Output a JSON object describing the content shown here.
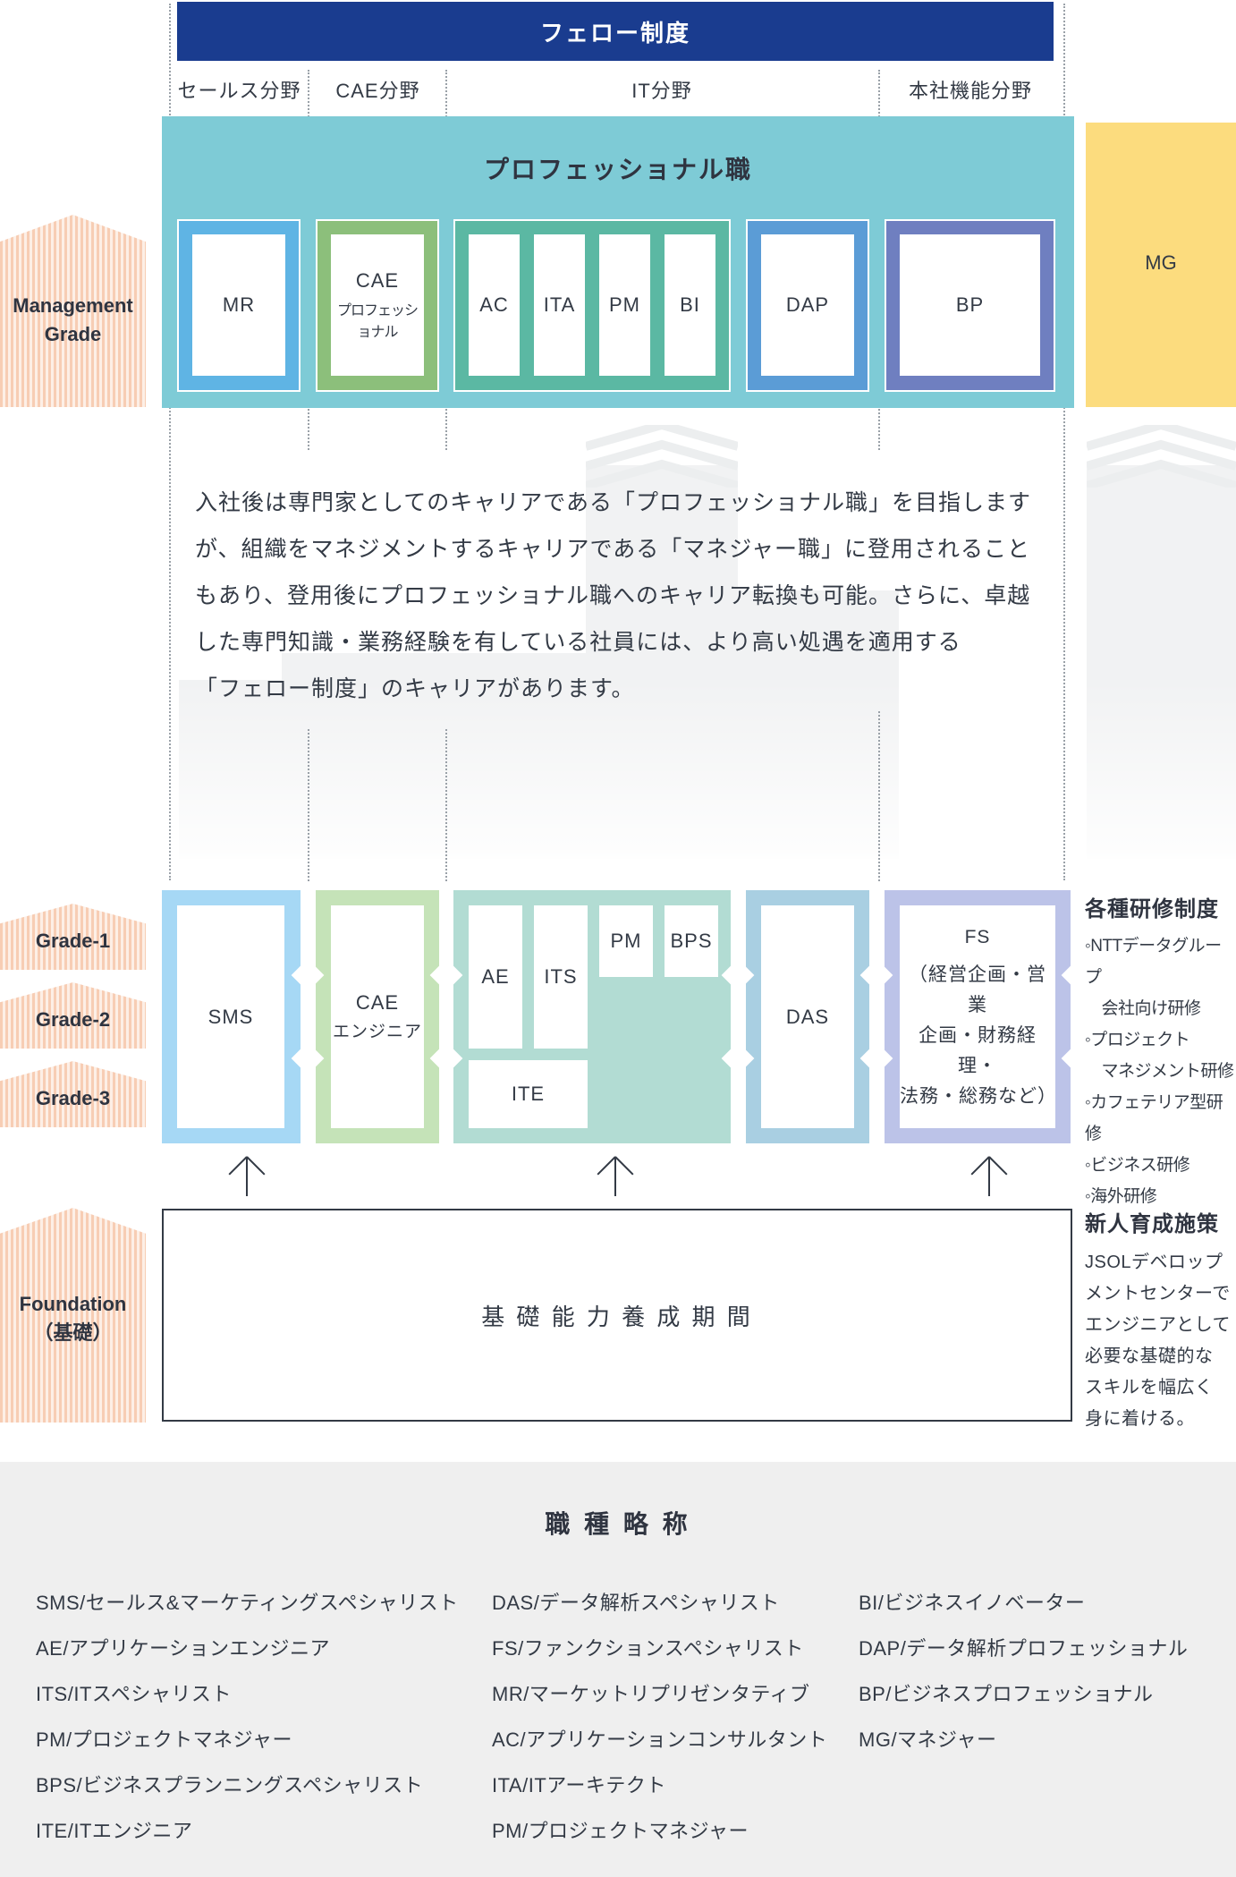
{
  "fellow": {
    "label": "フェロー制度",
    "color": "#1a3c8f"
  },
  "fields": {
    "sales": "セールス分野",
    "cae": "CAE分野",
    "it": "IT分野",
    "corporate": "本社機能分野"
  },
  "professional": {
    "title": "プロフェッショナル職",
    "color": "#7ecbd6",
    "boxes": {
      "mr": "MR",
      "cae_line1": "CAE",
      "cae_line2": "プロフェッショナル",
      "ac": "AC",
      "ita": "ITA",
      "pm": "PM",
      "bi": "BI",
      "dap": "DAP",
      "bp": "BP"
    }
  },
  "mg": {
    "label": "MG",
    "color": "#fcdc7e"
  },
  "grades": {
    "management_line1": "Management",
    "management_line2": "Grade",
    "grade1": "Grade-1",
    "grade2": "Grade-2",
    "grade3": "Grade-3",
    "foundation_line1": "Foundation",
    "foundation_line2": "（基礎）"
  },
  "description": {
    "line1": "入社後は専門家としてのキャリアである「プロフェッショナル職」を目指します",
    "line2": "が、組織をマネジメントするキャリアである「マネジャー職」に登用されること",
    "line3": "もあり、登用後にプロフェッショナル職へのキャリア転換も可能。さらに、卓越",
    "line4": "した専門知識・業務経験を有している社員には、より高い処遇を適用する",
    "line5": "「フェロー制度」のキャリアがあります。"
  },
  "grade_boxes": {
    "sms": "SMS",
    "cae_line1": "CAE",
    "cae_line2": "エンジニア",
    "ae": "AE",
    "its": "ITS",
    "pm": "PM",
    "bps": "BPS",
    "ite": "ITE",
    "das": "DAS",
    "fs_line1": "FS",
    "fs_line2": "（経営企画・営業",
    "fs_line3": "企画・財務経理・",
    "fs_line4": "法務・総務など）"
  },
  "training": {
    "title": "各種研修制度",
    "items": [
      "◦NTTデータグループ",
      "　会社向け研修",
      "◦プロジェクト",
      "　マネジメント研修",
      "◦カフェテリア型研修",
      "◦ビジネス研修",
      "◦海外研修"
    ]
  },
  "newcomer": {
    "title": "新人育成施策",
    "lines": [
      "JSOLデベロップ",
      "メントセンターで",
      "エンジニアとして",
      "必要な基礎的な",
      "スキルを幅広く",
      "身に着ける。"
    ]
  },
  "foundation_box": {
    "label": "基 礎 能 力 養 成 期 間"
  },
  "abbreviations": {
    "title": "職 種 略 称",
    "col1": [
      "SMS/セールス&マーケティングスペシャリスト",
      "AE/アプリケーションエンジニア",
      "ITS/ITスペシャリスト",
      "PM/プロジェクトマネジャー",
      "BPS/ビジネスプランニングスペシャリスト",
      "ITE/ITエンジニア"
    ],
    "col2": [
      "DAS/データ解析スペシャリスト",
      "FS/ファンクションスペシャリスト",
      "MR/マーケットリプリゼンタティブ",
      "AC/アプリケーションコンサルタント",
      "ITA/ITアーキテクト",
      "PM/プロジェクトマネジャー"
    ],
    "col3": [
      "BI/ビジネスイノベーター",
      "DAP/データ解析プロフェッショナル",
      "BP/ビジネスプロフェッショナル",
      "MG/マネジャー"
    ]
  }
}
